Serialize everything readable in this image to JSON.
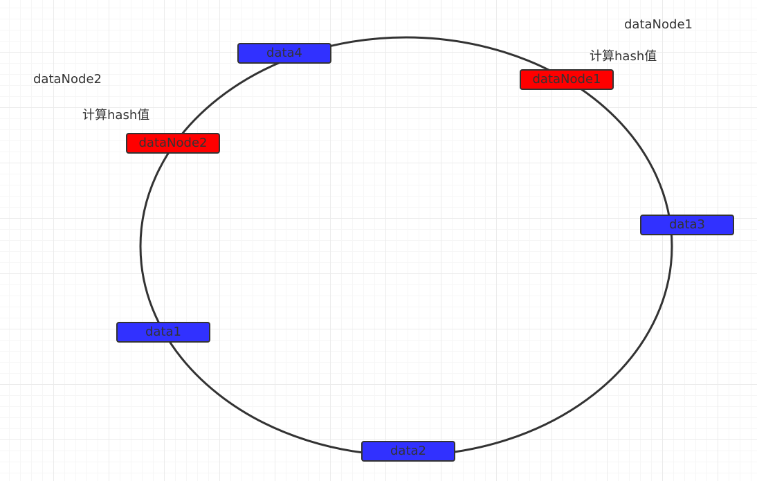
{
  "colors": {
    "data_fill": "#3131ff",
    "server_fill": "#ff0000",
    "stroke": "#333333",
    "background": "#ffffff",
    "grid": "#ebebeb"
  },
  "ring": {
    "nodes": [
      {
        "id": "data4",
        "label": "data4",
        "kind": "data"
      },
      {
        "id": "dataNode1",
        "label": "dataNode1",
        "kind": "server"
      },
      {
        "id": "dataNode2",
        "label": "dataNode2",
        "kind": "server"
      },
      {
        "id": "data3",
        "label": "data3",
        "kind": "data"
      },
      {
        "id": "data1",
        "label": "data1",
        "kind": "data"
      },
      {
        "id": "data2",
        "label": "data2",
        "kind": "data"
      }
    ]
  },
  "annotations": {
    "node1_name": "dataNode1",
    "node1_hash": "计算hash值",
    "node2_name": "dataNode2",
    "node2_hash": "计算hash值"
  }
}
